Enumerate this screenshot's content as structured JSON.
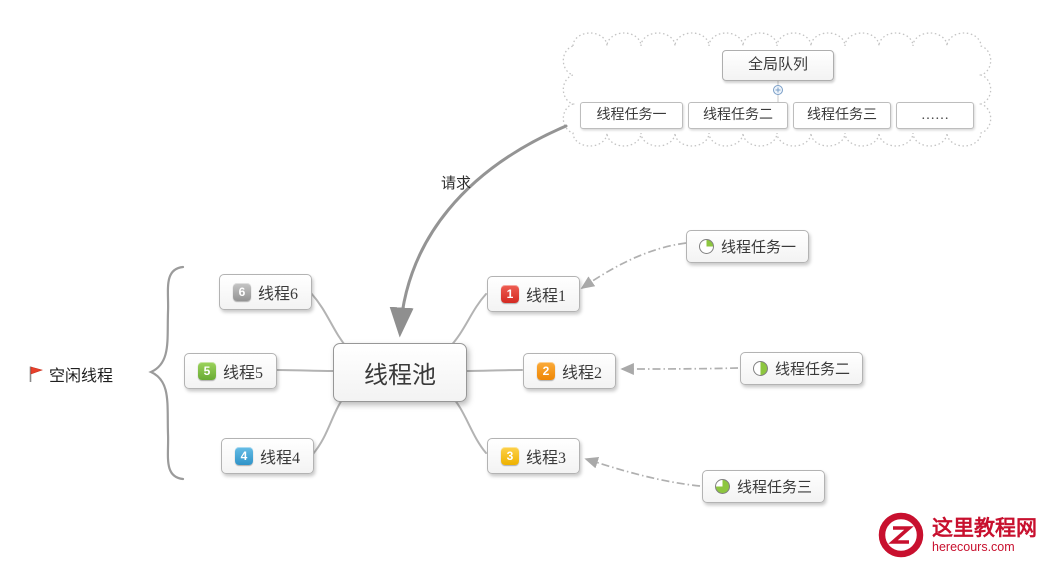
{
  "diagram": {
    "center": {
      "label": "线程池"
    },
    "request_arrow_label": "请求",
    "idle_group": {
      "label": "空闲线程",
      "flag_color": "#e8402a"
    },
    "global_queue": {
      "title": "全局队列",
      "tasks": [
        "线程任务一",
        "线程任务二",
        "线程任务三",
        "……"
      ]
    },
    "threads": [
      {
        "num": "1",
        "label": "线程1",
        "badge_color": "#d32a22"
      },
      {
        "num": "2",
        "label": "线程2",
        "badge_color": "#ef8705"
      },
      {
        "num": "3",
        "label": "线程3",
        "badge_color": "#eeb200"
      },
      {
        "num": "4",
        "label": "线程4",
        "badge_color": "#2f93c8"
      },
      {
        "num": "5",
        "label": "线程5",
        "badge_color": "#69ab34"
      },
      {
        "num": "6",
        "label": "线程6",
        "badge_color": "#939393"
      }
    ],
    "floating_tasks": [
      {
        "label": "线程任务一",
        "progress": "25%"
      },
      {
        "label": "线程任务二",
        "progress": "50%"
      },
      {
        "label": "线程任务三",
        "progress": "75%"
      }
    ],
    "pie_fill_color": "#8dc63f"
  },
  "watermark": {
    "site_name": "这里教程网",
    "site_url": "herecours.com",
    "brand_color": "#c8102e"
  }
}
